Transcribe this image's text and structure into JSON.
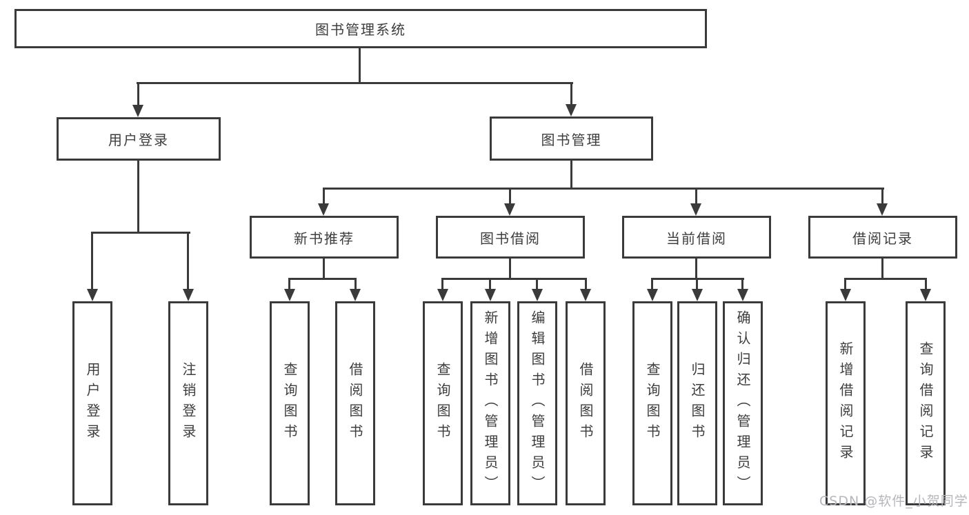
{
  "diagram": {
    "title": "图书管理系统",
    "watermark": "CSDN @软件_小贺同学",
    "colors": {
      "line": "#3a3a3a",
      "box_background": "#ffffff",
      "text": "#3d3d3d",
      "watermark_text": "#b6b6bc"
    },
    "nodes": {
      "root": {
        "label": "图书管理系统"
      },
      "user_login": {
        "label": "用户登录"
      },
      "book_mgmt": {
        "label": "图书管理"
      },
      "new_books": {
        "label": "新书推荐"
      },
      "book_borrow": {
        "label": "图书借阅"
      },
      "current_borrow": {
        "label": "当前借阅"
      },
      "borrow_records": {
        "label": "借阅记录"
      },
      "leaf_user_login": {
        "label": "用户登录"
      },
      "leaf_logout": {
        "label": "注销登录"
      },
      "leaf_nb_query": {
        "label": "查询图书"
      },
      "leaf_nb_borrow": {
        "label": "借阅图书"
      },
      "leaf_bb_query": {
        "label": "查询图书"
      },
      "leaf_bb_add": {
        "label": "新增图书（管理员）"
      },
      "leaf_bb_edit": {
        "label": "编辑图书（管理员）"
      },
      "leaf_bb_borrow": {
        "label": "借阅图书"
      },
      "leaf_cb_query": {
        "label": "查询图书"
      },
      "leaf_cb_return": {
        "label": "归还图书"
      },
      "leaf_cb_confirm": {
        "label": "确认归还（管理员）"
      },
      "leaf_br_add": {
        "label": "新增借阅记录"
      },
      "leaf_br_query": {
        "label": "查询借阅记录"
      }
    },
    "hierarchy": {
      "图书管理系统": {
        "用户登录": [
          "用户登录",
          "注销登录"
        ],
        "图书管理": {
          "新书推荐": [
            "查询图书",
            "借阅图书"
          ],
          "图书借阅": [
            "查询图书",
            "新增图书（管理员）",
            "编辑图书（管理员）",
            "借阅图书"
          ],
          "当前借阅": [
            "查询图书",
            "归还图书",
            "确认归还（管理员）"
          ],
          "借阅记录": [
            "新增借阅记录",
            "查询借阅记录"
          ]
        }
      }
    }
  }
}
